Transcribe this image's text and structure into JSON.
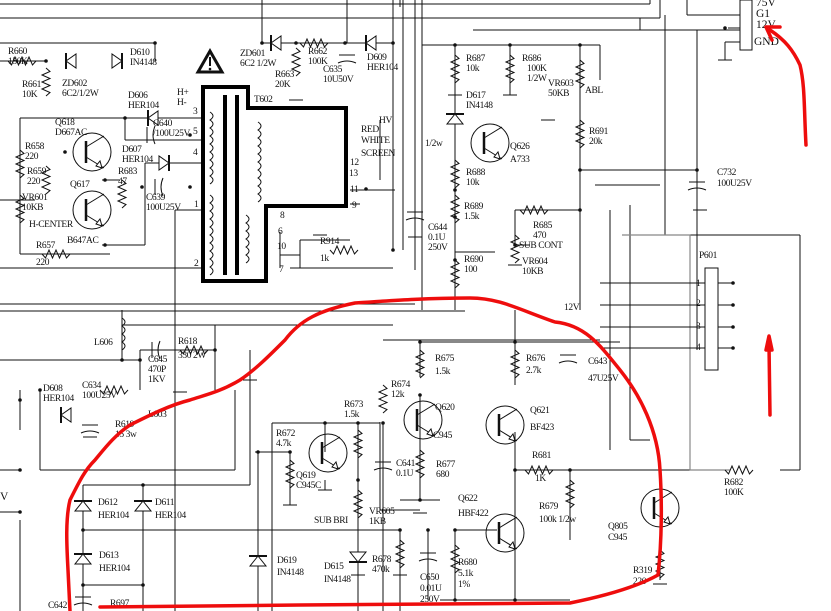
{
  "components": {
    "R660": [
      "R660",
      "150K"
    ],
    "R661": [
      "R661",
      "10K"
    ],
    "ZD602": [
      "ZD602",
      "6C2/1/2W"
    ],
    "D610": [
      "D610",
      "IN4148"
    ],
    "ZD601": [
      "ZD601",
      "6C2 1/2W"
    ],
    "R662": [
      "R662",
      "100K"
    ],
    "R663": [
      "R663",
      "20K"
    ],
    "C635": [
      "C635",
      "10U50V"
    ],
    "D609": [
      "D609",
      "HER104"
    ],
    "D606": [
      "D606",
      "HER104"
    ],
    "H": [
      "H+",
      "H-"
    ],
    "T602": [
      "T602"
    ],
    "Q618": [
      "Q618",
      "D667AC"
    ],
    "R658": [
      "R658",
      "220"
    ],
    "R659": [
      "R659",
      "220"
    ],
    "Q617": [
      "Q617"
    ],
    "R683": [
      "R683",
      "47"
    ],
    "VR601": [
      "VR601",
      "10KB"
    ],
    "HCENTER": [
      "H-CENTER"
    ],
    "B647AC": [
      "B647AC"
    ],
    "R657": [
      "R657",
      "220"
    ],
    "C640": [
      "C640",
      "/100U25V"
    ],
    "D607": [
      "D607",
      "HER104"
    ],
    "C639": [
      "C639",
      "100U25V"
    ],
    "outputs": [
      "HV",
      "RED",
      "WHITE",
      "SCREEN"
    ],
    "pins_left": [
      "3",
      "5",
      "4",
      "1",
      "2"
    ],
    "pins_right": [
      "12",
      "13",
      "11",
      "9"
    ],
    "pins_low": [
      "8",
      "6",
      "10",
      "7"
    ],
    "R914": [
      "R914",
      "1k"
    ],
    "R687": [
      "R687",
      "10k"
    ],
    "R686": [
      "R686",
      "100K",
      "1/2W"
    ],
    "VR603": [
      "VR603",
      "50KB"
    ],
    "ABL": [
      "ABL"
    ],
    "D617": [
      "D617",
      "IN4148"
    ],
    "halfw": [
      "1/2w"
    ],
    "Q626": [
      "Q626",
      "A733"
    ],
    "R688": [
      "R688",
      "10k"
    ],
    "R691": [
      "R691",
      "20k"
    ],
    "C732": [
      "C732",
      "100U25V"
    ],
    "R689": [
      "R689",
      "1.5k"
    ],
    "C644": [
      "C644",
      "0.1U",
      "250V"
    ],
    "R685": [
      "R685",
      "470"
    ],
    "SUBCONT": [
      "SUB CONT"
    ],
    "VR604": [
      "VR604",
      "10KB"
    ],
    "R690": [
      "R690",
      "100"
    ],
    "P601": [
      "P601"
    ],
    "P601_pins": [
      "1",
      "2",
      "3",
      "4"
    ],
    "connector": [
      "75V",
      "G1",
      "12V",
      "GND"
    ],
    "L606": [
      "L606"
    ],
    "C645": [
      "C645",
      "470P",
      "1KV"
    ],
    "R618": [
      "R618",
      "330 2W"
    ],
    "D608": [
      "D608",
      "HER104"
    ],
    "C634": [
      "C634",
      "100U25V"
    ],
    "R619": [
      "R619",
      "15  3w"
    ],
    "L603": [
      "L603"
    ],
    "V12": [
      "12V"
    ],
    "R675": [
      "R675",
      "1.5k"
    ],
    "R676": [
      "R676",
      "2.7k"
    ],
    "C643": [
      "C643",
      "47U25V"
    ],
    "R674": [
      "R674",
      "12k"
    ],
    "R673": [
      "R673",
      "1.5k"
    ],
    "Q620": [
      "Q620"
    ],
    "Q620v": [
      "C945"
    ],
    "Q621": [
      "Q621",
      "BF423"
    ],
    "R672": [
      "R672",
      "4.7k"
    ],
    "Q619": [
      "Q619",
      "C945C"
    ],
    "C641": [
      "C641",
      "0.1U"
    ],
    "R677": [
      "R677",
      "680"
    ],
    "R681": [
      "R681"
    ],
    "R681v": [
      "1K"
    ],
    "R682": [
      "R682",
      "100K"
    ],
    "Q622": [
      "Q622",
      "HBF422"
    ],
    "R679": [
      "R679",
      "100k 1/2w"
    ],
    "VR605": [
      "VR605",
      "1KB"
    ],
    "SUBBRI": [
      "SUB  BRI"
    ],
    "Q805": [
      "Q805",
      "C945"
    ],
    "D612": [
      "D612",
      "HER104"
    ],
    "D611": [
      "D611",
      "HER104"
    ],
    "D613": [
      "D613",
      "HER104"
    ],
    "D619": [
      "D619",
      "IN4148"
    ],
    "D615": [
      "D615",
      "IN4148"
    ],
    "R678": [
      "R678",
      "470k"
    ],
    "R680": [
      "R680",
      "5.1k",
      "1%"
    ],
    "C650": [
      "C650",
      "0.01U",
      "250V"
    ],
    "R319": [
      "R319",
      "220"
    ],
    "C642": [
      "C642"
    ],
    "R697": [
      "R697"
    ],
    "leftV": [
      "V"
    ]
  },
  "colors": {
    "annotation": "#ee0d0d",
    "ink": "#111111"
  }
}
